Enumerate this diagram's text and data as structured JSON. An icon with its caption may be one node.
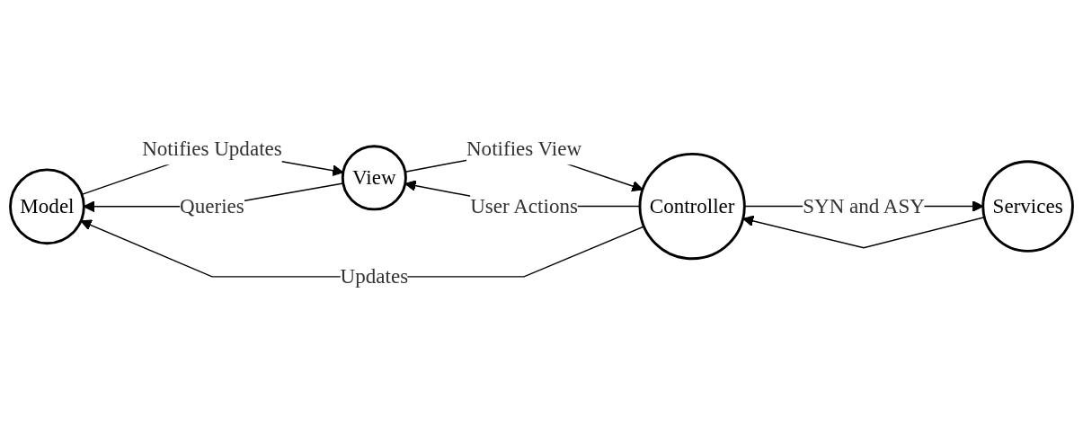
{
  "diagram": {
    "nodes": [
      {
        "text": [
          "Model"
        ]
      },
      {
        "text": [
          "View"
        ]
      },
      {
        "text": [
          "Controller"
        ]
      },
      {
        "text": [
          "Services"
        ]
      }
    ],
    "edges": [
      {
        "from": 0,
        "to": 1,
        "arrow": "to",
        "label": "Notifies Updates"
      },
      {
        "from": 1,
        "to": 0,
        "arrow": "to",
        "label": "Queries"
      },
      {
        "from": 2,
        "to": 0,
        "arrow": "to",
        "label": "Updates"
      },
      {
        "from": 1,
        "to": 2,
        "arrow": "to",
        "label": "Notifies View"
      },
      {
        "from": 2,
        "to": 1,
        "arrow": "to",
        "label": "User Actions"
      },
      {
        "from": 2,
        "to": 3,
        "arrow": "to",
        "label": "SYN and ASY"
      },
      {
        "from": 3,
        "to": 2,
        "arrow": "to"
      }
    ]
  }
}
